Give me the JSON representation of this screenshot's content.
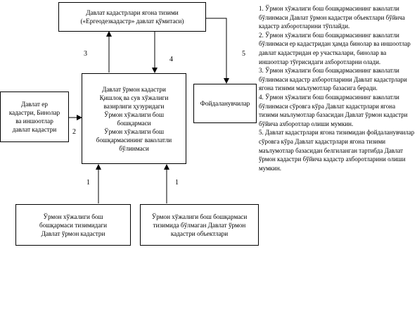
{
  "diagram": {
    "registry": "Давлат кадастрлари ягона тизими\n(«Ергеодезкадастр» давлат қўмитаси)",
    "ministry": "Давлат ўрмон кадастри\nҚишлоқ ва сув хўжалиги\nвазирлиги ҳузуридаги\nЎрмон хўжалиги бош\nбошқармаси\nЎрмон хўжалиги бош\nбошқармасининг ваколатли\nбўлинмаси",
    "other_cadastre": "Давлат ер\nкадастри, Бинолар\nва иншоотлар\nдавлат кадастри",
    "users": "Фойдаланувчилар",
    "forest_cadastre_in": "Ўрмон хўжалиги бош\nбошқармаси тизимидаги\nДавлат ўрмон кадастри",
    "forest_cadastre_out": "Ўрмон хўжалиги бош бошқармаси\nтизимида бўлмаган Давлат ўрмон\nкадастри объектлари",
    "labels": {
      "l3": "3",
      "l4": "4",
      "l5": "5",
      "l2": "2",
      "l1a": "1",
      "l1b": "1"
    }
  },
  "notes": [
    "1. Ўрмон хўжалиги бош бошқармасининг ваколатли бўлинмаси Давлат ўрмон кадастри объектлари бўйича кадастр ахборотларини тўплайди.",
    "2. Ўрмон хўжалиги бош бошқармасининг ваколатли бўлинмаси ер кадастридан ҳамда бинолар ва иншоотлар давлат кадастридан ер участкалари, бинолар ва иншоотлар тўғрисидаги ахборотларни олади.",
    "3. Ўрмон хўжалиги бош бошқармасининг ваколатли бўлинмаси кадастр ахборотларини Давлат кадастрлари ягона тизими маълумотлар базасига беради.",
    "4. Ўрмон хўжалиги бош бошқармасининг ваколатли бўлинмаси сўровга кўра Давлат кадастрлари ягона тизими маълумотлар базасидан Давлат ўрмон кадастри бўйича ахборотлар олиши мумкин.",
    "5. Давлат кадастрлари ягона тизимидан фойдаланувчилар сўровга кўра Давлат кадастрлари ягона тизими маълумотлар базасидан белгиланган тартибда Давлат ўрмон кадастри бўйича кадастр ахборотларини олиши мумкин."
  ]
}
